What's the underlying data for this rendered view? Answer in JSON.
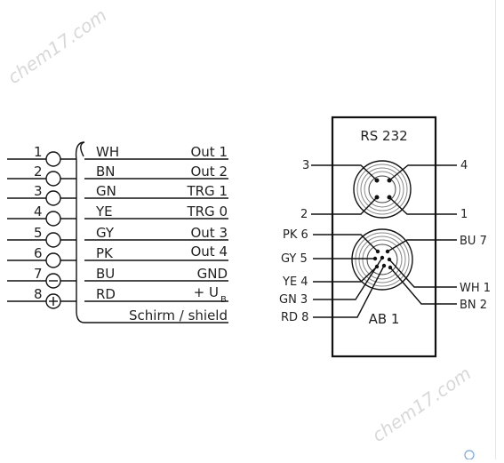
{
  "watermark": {
    "text": "chem17.com"
  },
  "left_terminal": {
    "rows": [
      {
        "pin": "1",
        "symbol": "circle",
        "color_code": "WH",
        "signal": "Out 1"
      },
      {
        "pin": "2",
        "symbol": "circle",
        "color_code": "BN",
        "signal": "Out 2"
      },
      {
        "pin": "3",
        "symbol": "circle",
        "color_code": "GN",
        "signal": "TRG 1"
      },
      {
        "pin": "4",
        "symbol": "circle",
        "color_code": "YE",
        "signal": "TRG 0"
      },
      {
        "pin": "5",
        "symbol": "circle",
        "color_code": "GY",
        "signal": "Out 3"
      },
      {
        "pin": "6",
        "symbol": "circle",
        "color_code": "PK",
        "signal": "Out 4"
      },
      {
        "pin": "7",
        "symbol": "minus",
        "color_code": "BU",
        "signal": "GND"
      },
      {
        "pin": "8",
        "symbol": "plus",
        "color_code": "RD",
        "signal": "+ U",
        "signal_sub": "B"
      }
    ],
    "shield_label": "Schirm / shield"
  },
  "rs232_connector": {
    "title": "RS 232",
    "pins": {
      "top_left": "3",
      "top_right": "4",
      "bottom_left": "2",
      "bottom_right": "1"
    }
  },
  "ab1_connector": {
    "title": "AB 1",
    "left_labels": [
      "PK 6",
      "GY 5",
      "YE 4",
      "GN 3",
      "RD 8"
    ],
    "right_labels": [
      "BU 7",
      "WH 1",
      "BN 2"
    ]
  },
  "colors": {
    "line": "#111111",
    "text": "#222222",
    "watermark": "#d8d8d8"
  }
}
